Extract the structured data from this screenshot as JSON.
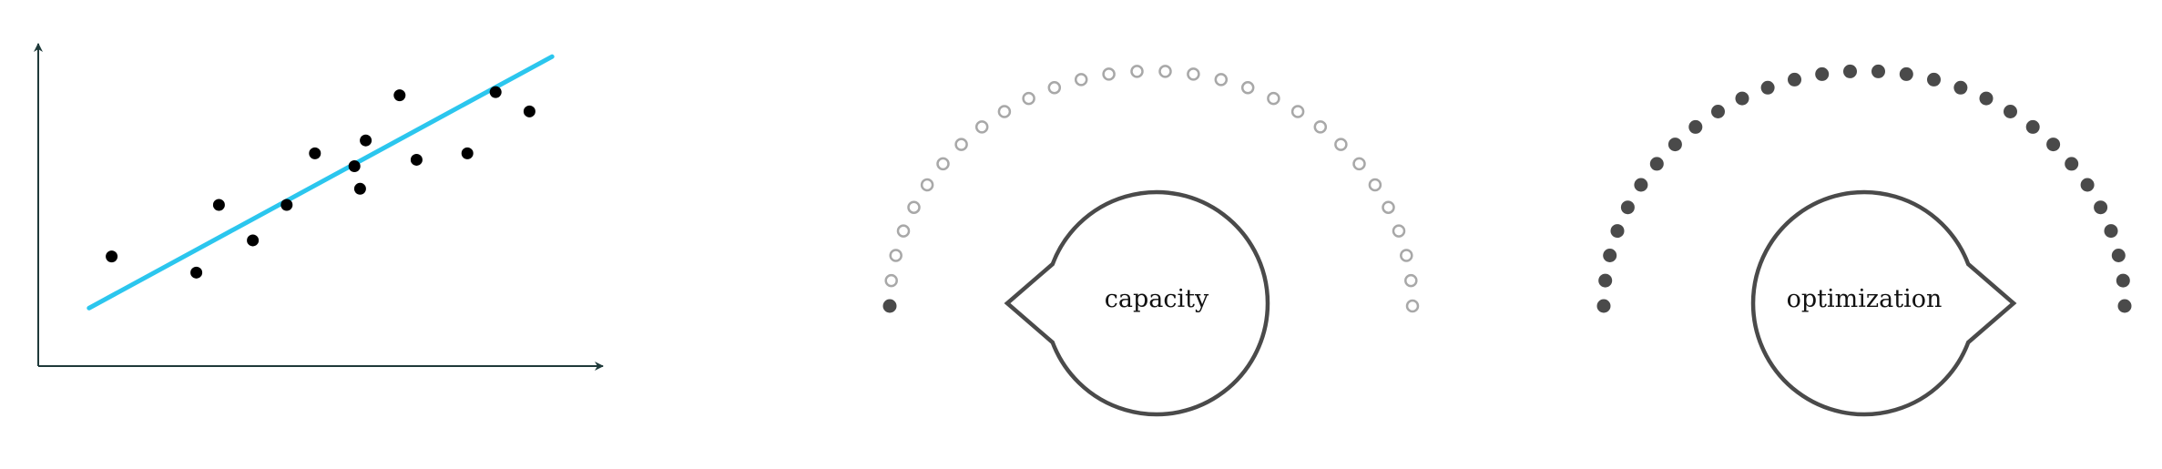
{
  "colors": {
    "axis": "#1f3a3a",
    "fit_line": "#2bc6ee",
    "point": "#000000",
    "dot_filled": "#4a4a4a",
    "dot_hollow": "#a8a8a8",
    "bubble_stroke": "#4a4a4a"
  },
  "chart_data": {
    "type": "scatter",
    "title": "",
    "xlabel": "",
    "ylabel": "",
    "xlim": [
      0,
      10
    ],
    "ylim": [
      0,
      10
    ],
    "points": [
      {
        "x": 1.3,
        "y": 3.4
      },
      {
        "x": 2.8,
        "y": 2.9
      },
      {
        "x": 3.2,
        "y": 5.0
      },
      {
        "x": 3.8,
        "y": 3.9
      },
      {
        "x": 4.4,
        "y": 5.0
      },
      {
        "x": 4.9,
        "y": 6.6
      },
      {
        "x": 5.6,
        "y": 6.2
      },
      {
        "x": 5.7,
        "y": 5.5
      },
      {
        "x": 5.8,
        "y": 7.0
      },
      {
        "x": 6.4,
        "y": 8.4
      },
      {
        "x": 6.7,
        "y": 6.4
      },
      {
        "x": 7.6,
        "y": 6.6
      },
      {
        "x": 8.1,
        "y": 8.5
      },
      {
        "x": 8.7,
        "y": 7.9
      }
    ],
    "fit_line": {
      "x": [
        0.9,
        9.1
      ],
      "y": [
        1.8,
        9.6
      ]
    },
    "grid": false,
    "legend": "none"
  },
  "gauges": [
    {
      "label": "capacity",
      "filled": 1,
      "total": 30,
      "pointer": "left"
    },
    {
      "label": "optimization",
      "filled": 30,
      "total": 30,
      "pointer": "right"
    }
  ]
}
